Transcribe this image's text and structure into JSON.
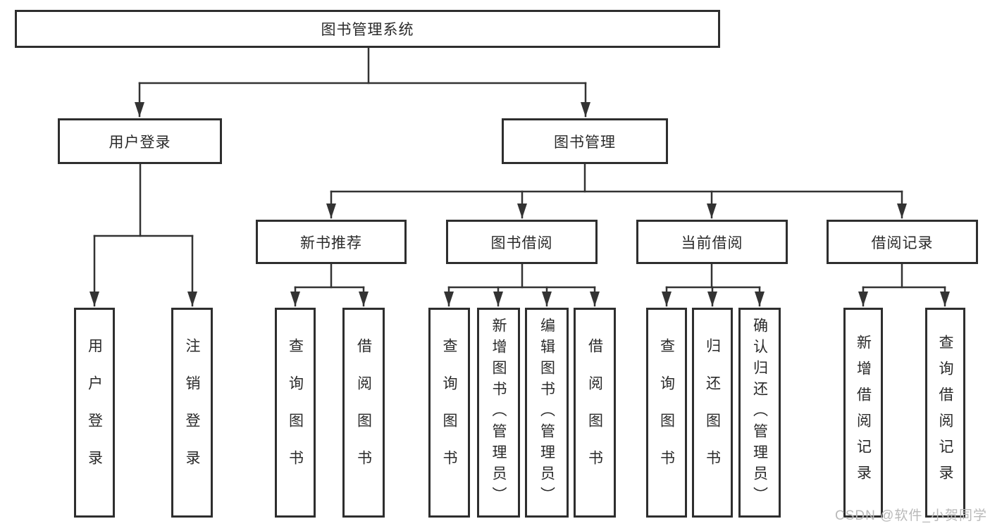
{
  "watermark": "CSDN @软件_小贺同学",
  "colors": {
    "background": "#ffffff",
    "box_border": "#2e2e2e",
    "connector_line": "#333333",
    "text": "#2a2a2a",
    "watermark_text": "#b9b9b9"
  },
  "tree": {
    "root": {
      "label": "图书管理系统",
      "children": [
        {
          "label": "用户登录",
          "children": [
            {
              "label": "用户登录"
            },
            {
              "label": "注销登录"
            }
          ]
        },
        {
          "label": "图书管理",
          "children": [
            {
              "label": "新书推荐",
              "children": [
                {
                  "label": "查询图书"
                },
                {
                  "label": "借阅图书"
                }
              ]
            },
            {
              "label": "图书借阅",
              "children": [
                {
                  "label": "查询图书"
                },
                {
                  "label": "新增图书（管理员）"
                },
                {
                  "label": "编辑图书（管理员）"
                },
                {
                  "label": "借阅图书"
                }
              ]
            },
            {
              "label": "当前借阅",
              "children": [
                {
                  "label": "查询图书"
                },
                {
                  "label": "归还图书"
                },
                {
                  "label": "确认归还（管理员）"
                }
              ]
            },
            {
              "label": "借阅记录",
              "children": [
                {
                  "label": "新增借阅记录"
                },
                {
                  "label": "查询借阅记录"
                }
              ]
            }
          ]
        }
      ]
    }
  }
}
